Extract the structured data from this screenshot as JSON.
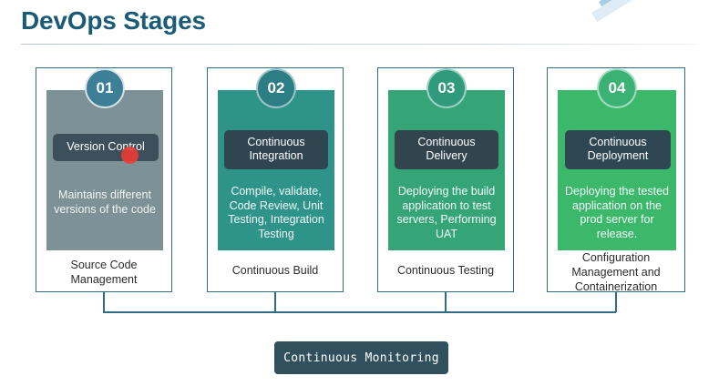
{
  "slide": {
    "title": "DevOps Stages",
    "accent_color": "#1b5b77",
    "border_color": "#2f6d86"
  },
  "decoration": {
    "ribbon_colors": [
      "#185e7f",
      "#3e92bd",
      "#a8cde3",
      "#dfecf5"
    ]
  },
  "cards": [
    {
      "number": "01",
      "pill_label": "Version Control",
      "description": "Maintains different versions of the code",
      "caption": "Source Code Management",
      "panel_color": "#7d9296",
      "badge_color": "#3d7f96",
      "pill_color": "#3c4f5b"
    },
    {
      "number": "02",
      "pill_label": "Continuous Integration",
      "description": "Compile, validate, Code Review, Unit Testing, Integration Testing",
      "caption": "Continuous Build",
      "panel_color": "#2e9489",
      "badge_color": "#2c7d84",
      "pill_color": "#2f4550"
    },
    {
      "number": "03",
      "pill_label": "Continuous Delivery",
      "description": "Deploying the build application to test servers, Performing UAT",
      "caption": "Continuous Testing",
      "panel_color": "#35a578",
      "badge_color": "#2f9a7c",
      "pill_color": "#32454f"
    },
    {
      "number": "04",
      "pill_label": "Continuous Deployment",
      "description": "Deploying the tested application on the prod server for release.",
      "caption": "Configuration Management and Containerization",
      "panel_color": "#3cb86b",
      "badge_color": "#3bb273",
      "pill_color": "#2f4752"
    }
  ],
  "footer": {
    "monitoring_label": "Continuous Monitoring",
    "monitoring_color": "#31505e"
  },
  "cursor": {
    "color": "#ef3b33"
  }
}
